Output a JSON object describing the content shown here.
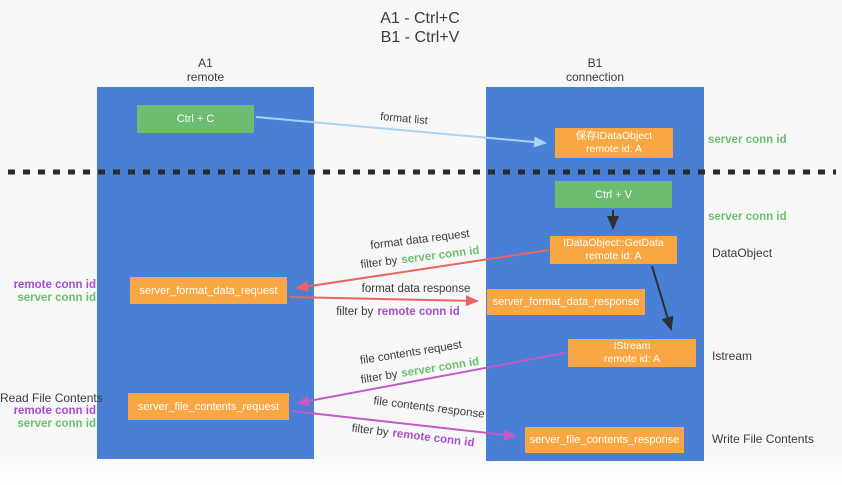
{
  "title": {
    "line1": "A1 - Ctrl+C",
    "line2": "B1 - Ctrl+V"
  },
  "lanes": {
    "left": {
      "name": "A1",
      "role": "remote"
    },
    "right": {
      "name": "B1",
      "role": "connection"
    }
  },
  "nodes": {
    "ctrl_c": {
      "label": "Ctrl + C"
    },
    "save_dataobject": {
      "line1": "保存IDataObject",
      "line2": "remote id: A"
    },
    "ctrl_v": {
      "label": "Ctrl + V"
    },
    "getdata": {
      "line1": "IDataObject::GetData",
      "line2": "remote id: A"
    },
    "istream": {
      "line1": "IStream",
      "line2": "remote id: A"
    },
    "server_format_data_request": {
      "label": "server_format_data_request"
    },
    "server_format_data_response": {
      "label": "server_format_data_response"
    },
    "server_file_contents_request": {
      "label": "server_file_contents_request"
    },
    "server_file_contents_response": {
      "label": "server_file_contents_response"
    }
  },
  "arrow_labels": {
    "format_list": "format list",
    "format_data_request": "format data request",
    "format_data_response": "format data response",
    "file_contents_request": "file contents request",
    "file_contents_response": "file contents response",
    "filter_by": "filter by",
    "server_conn_id": "server conn id",
    "remote_conn_id": "remote conn id"
  },
  "right_margin": {
    "server_conn_id_1": "server conn id",
    "server_conn_id_2": "server conn id",
    "dataobject": "DataObject",
    "istream": "Istream",
    "write_file_contents": "Write File Contents"
  },
  "left_margin": {
    "format": {
      "remote": "remote conn id",
      "server": "server conn id"
    },
    "read_file_contents": "Read File Contents",
    "file": {
      "remote": "remote conn id",
      "server": "server conn id"
    }
  },
  "colors": {
    "lane_blue": "#4a7fd6",
    "node_green": "#6dbd70",
    "node_orange": "#f9a743",
    "arrow_light_blue": "#a9d3f2",
    "arrow_red": "#e8645f",
    "arrow_magenta": "#c45ac8",
    "arrow_black": "#2f2f2f",
    "text_green": "#6abf6e",
    "text_purple": "#a64fc9",
    "text_dark": "#3a3a3a"
  }
}
